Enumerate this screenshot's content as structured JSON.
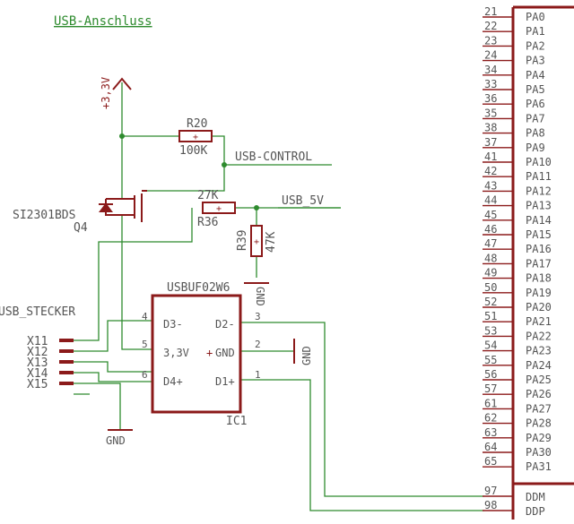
{
  "title": "USB-Anschluss",
  "colors": {
    "wire": "#2e8b2e",
    "part": "#8b1a1a",
    "bg": "#ffffff"
  },
  "supply": {
    "label": "+3,3V"
  },
  "r20": {
    "name": "R20",
    "value": "100K"
  },
  "r36": {
    "name": "R36",
    "value": "27K"
  },
  "r39": {
    "name": "R39",
    "value": "47K"
  },
  "q4": {
    "part": "SI2301BDS",
    "name": "Q4"
  },
  "nets": {
    "usb_control": "USB-CONTROL",
    "usb_5v": "USB_5V",
    "usb_stecker": "USB_STECKER",
    "gnd": "GND"
  },
  "ic1": {
    "part": "USBUF02W6",
    "name": "IC1",
    "pin_d3": "D3-",
    "pin_d2": "D2-",
    "pin_33v": "3,3V",
    "pin_gnd": "GND",
    "pin_d4": "D4+",
    "pin_d1": "D1+",
    "pin4": "4",
    "pin5": "5",
    "pin6": "6",
    "pin3": "3",
    "pin2": "2",
    "pin1": "1"
  },
  "connector": [
    "X11",
    "X12",
    "X13",
    "X14",
    "X15"
  ],
  "mcu": {
    "pins": [
      {
        "num": "21",
        "name": "PA0"
      },
      {
        "num": "22",
        "name": "PA1"
      },
      {
        "num": "23",
        "name": "PA2"
      },
      {
        "num": "24",
        "name": "PA3"
      },
      {
        "num": "34",
        "name": "PA4"
      },
      {
        "num": "33",
        "name": "PA5"
      },
      {
        "num": "36",
        "name": "PA6"
      },
      {
        "num": "35",
        "name": "PA7"
      },
      {
        "num": "38",
        "name": "PA8"
      },
      {
        "num": "37",
        "name": "PA9"
      },
      {
        "num": "41",
        "name": "PA10"
      },
      {
        "num": "42",
        "name": "PA11"
      },
      {
        "num": "43",
        "name": "PA12"
      },
      {
        "num": "44",
        "name": "PA13"
      },
      {
        "num": "45",
        "name": "PA14"
      },
      {
        "num": "46",
        "name": "PA15"
      },
      {
        "num": "47",
        "name": "PA16"
      },
      {
        "num": "48",
        "name": "PA17"
      },
      {
        "num": "49",
        "name": "PA18"
      },
      {
        "num": "50",
        "name": "PA19"
      },
      {
        "num": "52",
        "name": "PA20"
      },
      {
        "num": "51",
        "name": "PA21"
      },
      {
        "num": "53",
        "name": "PA22"
      },
      {
        "num": "54",
        "name": "PA23"
      },
      {
        "num": "55",
        "name": "PA24"
      },
      {
        "num": "56",
        "name": "PA25"
      },
      {
        "num": "57",
        "name": "PA26"
      },
      {
        "num": "61",
        "name": "PA27"
      },
      {
        "num": "62",
        "name": "PA28"
      },
      {
        "num": "63",
        "name": "PA29"
      },
      {
        "num": "64",
        "name": "PA30"
      },
      {
        "num": "65",
        "name": "PA31"
      }
    ],
    "usb_pins": [
      {
        "num": "97",
        "name": "DDM"
      },
      {
        "num": "98",
        "name": "DDP"
      }
    ]
  }
}
